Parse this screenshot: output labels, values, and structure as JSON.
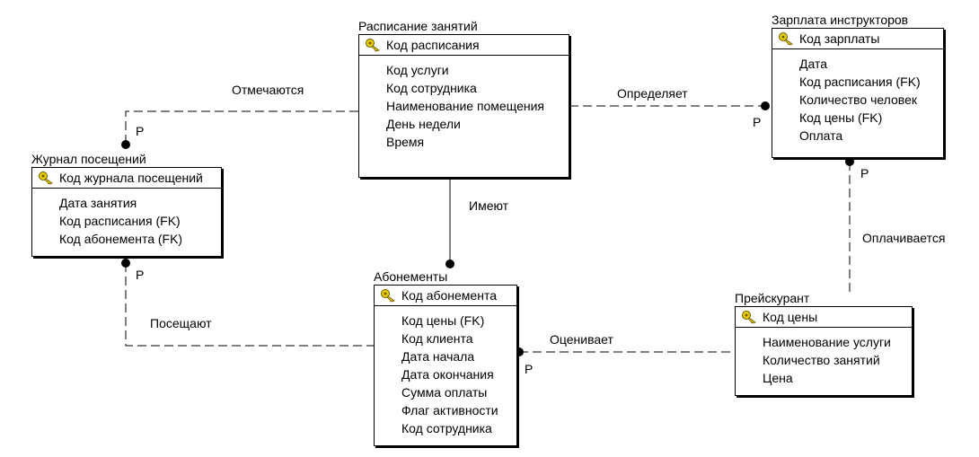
{
  "entities": {
    "schedule": {
      "title": "Расписание занятий",
      "key": "Код расписания",
      "attributes": [
        "Код услуги",
        "Код сотрудника",
        "Наименование помещения",
        "День недели",
        "Время"
      ]
    },
    "salary": {
      "title": "Зарплата инструкторов",
      "key": "Код зарплаты",
      "attributes": [
        "Дата",
        "Код расписания (FK)",
        "Количество человек",
        "Код цены (FK)",
        "Оплата"
      ]
    },
    "journal": {
      "title": "Журнал посещений",
      "key": "Код журнала посещений",
      "attributes": [
        "Дата занятия",
        "Код расписания (FK)",
        "Код абонемента (FK)"
      ]
    },
    "subscriptions": {
      "title": "Абонементы",
      "key": "Код абонемента",
      "attributes": [
        "Код цены (FK)",
        "Код клиента",
        "Дата начала",
        "Дата окончания",
        "Сумма оплаты",
        "Флаг активности",
        "Код сотрудника"
      ]
    },
    "pricelist": {
      "title": "Прейскурант",
      "key": "Код цены",
      "attributes": [
        "Наименование услуги",
        "Количество занятий",
        "Цена"
      ]
    }
  },
  "relationships": {
    "marked": "Отмечаются",
    "defines": "Определяет",
    "have": "Имеют",
    "paid": "Оплачивается",
    "attend": "Посещают",
    "evaluates": "Оценивает"
  },
  "cardinality": "P"
}
